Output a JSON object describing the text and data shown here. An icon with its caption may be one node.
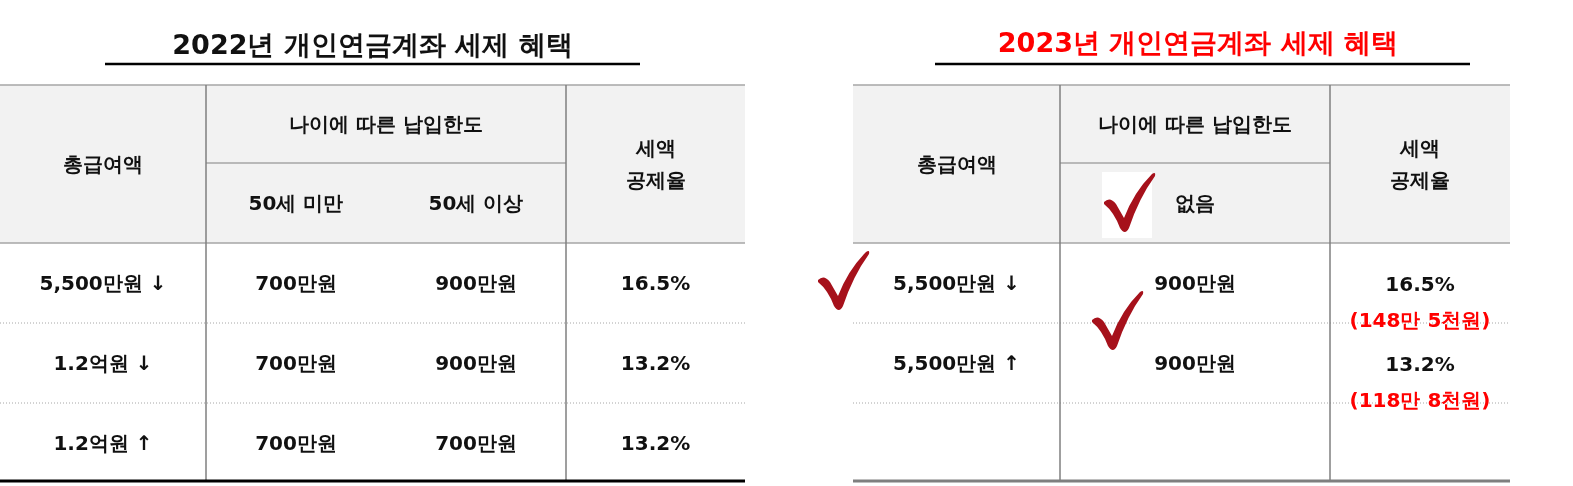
{
  "diagram": {
    "labels": [
      "2022년 개인연금계좌 세제 혜택",
      "총급여액",
      "나이에 따른 납입한도",
      "세액 공제율",
      "50세 미만",
      "50세 이상",
      "5,500만원 ↓",
      "700만원",
      "900만원",
      "16.5%",
      "1.2억원 ↓",
      "700만원",
      "900만원",
      "13.2%",
      "1.2억원 ↑",
      "700만원",
      "700만원",
      "13.2%",
      "2023년 개인연금계좌 세제 혜택",
      "총급여액",
      "나이에 따른 납입한도",
      "세액 공제율",
      "없음",
      "5,500만원 ↓",
      "900만원",
      "16.5%",
      "(148만 5천원)",
      "5,500만원 ↑",
      "900만원",
      "13.2%",
      "(118만 8천원)"
    ]
  }
}
